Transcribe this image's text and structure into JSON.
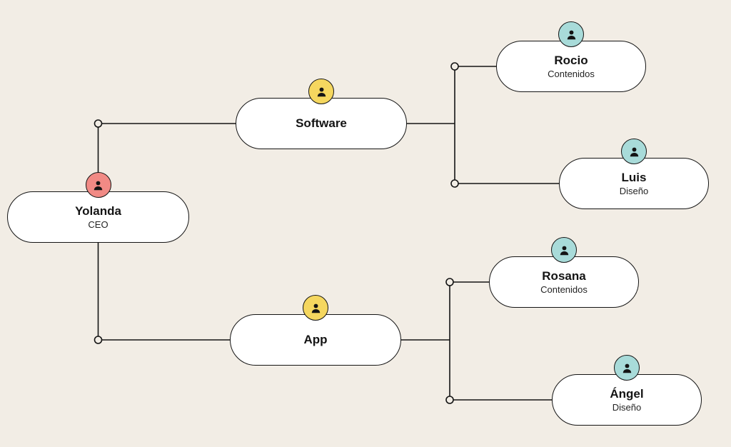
{
  "colors": {
    "background": "#f2ede5",
    "line": "#141414",
    "node_fill": "#ffffff",
    "avatar_red": "#f18a85",
    "avatar_yellow": "#f5d75f",
    "avatar_teal": "#a8dbd9"
  },
  "nodes": {
    "yolanda": {
      "name": "Yolanda",
      "role": "CEO",
      "avatar_color": "#f18a85"
    },
    "software": {
      "name": "Software",
      "avatar_color": "#f5d75f"
    },
    "app": {
      "name": "App",
      "avatar_color": "#f5d75f"
    },
    "rocio": {
      "name": "Rocio",
      "role": "Contenidos",
      "avatar_color": "#a8dbd9"
    },
    "luis": {
      "name": "Luis",
      "role": "Diseño",
      "avatar_color": "#a8dbd9"
    },
    "rosana": {
      "name": "Rosana",
      "role": "Contenidos",
      "avatar_color": "#a8dbd9"
    },
    "angel": {
      "name": "Ángel",
      "role": "Diseño",
      "avatar_color": "#a8dbd9"
    }
  },
  "edges": [
    {
      "from": "Yolanda",
      "to": "Software"
    },
    {
      "from": "Yolanda",
      "to": "App"
    },
    {
      "from": "Software",
      "to": "Rocio"
    },
    {
      "from": "Software",
      "to": "Luis"
    },
    {
      "from": "App",
      "to": "Rosana"
    },
    {
      "from": "App",
      "to": "Ángel"
    }
  ]
}
